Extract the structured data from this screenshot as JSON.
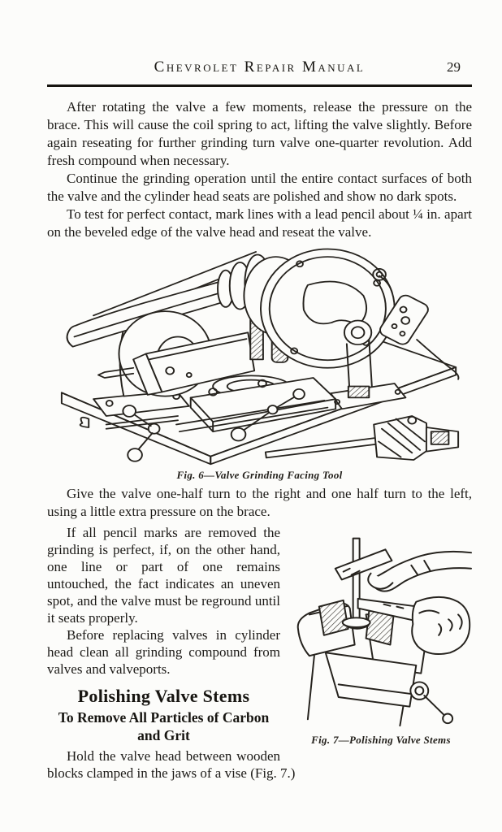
{
  "header": {
    "title": "Chevrolet Repair Manual",
    "page_number": "29"
  },
  "body": {
    "intro_paragraphs": [
      "After rotating the valve a few moments, release the pressure on the brace. This will cause the coil spring to act, lifting the valve slightly. Before again reseating for further grinding turn valve one-quarter revolution. Add fresh compound when necessary.",
      "Continue the grinding operation until the entire contact surfaces of both the valve and the cylinder head seats are polished and show no dark spots.",
      "To test for perfect contact, mark lines with a lead pencil about ¼ in. apart on the beveled edge of the valve head and reseat the valve."
    ],
    "mid_paragraph": "Give the valve one-half turn to the right and one half turn to the left, using a little extra pressure on the brace.",
    "column_paragraphs": [
      "If all pencil marks are removed the grinding is perfect, if, on the other hand, one line or part of one remains untouched, the fact indicates an uneven spot, and the valve must be reground until it seats properly.",
      "Before replacing valves in cylinder head clean all grinding compound from valves and valveports."
    ],
    "closing_paragraph": "Hold the valve head between wooden blocks clamped in the jaws of a vise (Fig. 7.)"
  },
  "section": {
    "heading": "Polishing Valve Stems",
    "subheading": "To Remove All Particles of Carbon and Grit"
  },
  "figures": {
    "fig6": {
      "caption": "Fig. 6—Valve Grinding Facing Tool"
    },
    "fig7": {
      "caption": "Fig. 7—Polishing Valve Stems"
    }
  },
  "colors": {
    "paper": "#fcfcfa",
    "ink": "#1c1a17",
    "rule": "#16140f"
  }
}
